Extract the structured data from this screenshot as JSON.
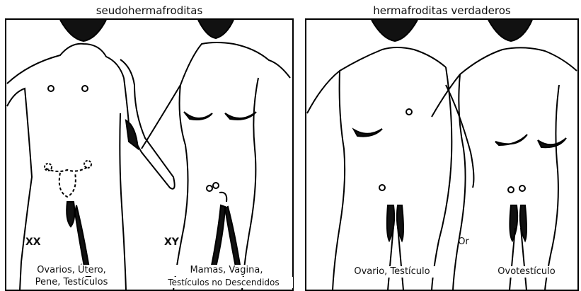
{
  "titles": {
    "left": "seudohermafroditas",
    "right": "hermafroditas verdaderos"
  },
  "figures": [
    {
      "chromosomes": "XX",
      "caption_line1": "Ovarios, Útero,",
      "caption_line2": "Pene, Testículos"
    },
    {
      "chromosomes": "XY",
      "caption_line1": "Mamas, Vagina,",
      "caption_line2": "Testículos no Descendidos"
    },
    {
      "caption_line1": "Ovario, Testículo"
    },
    {
      "caption_line1": "Ovotestículo"
    }
  ],
  "connector": "Or"
}
